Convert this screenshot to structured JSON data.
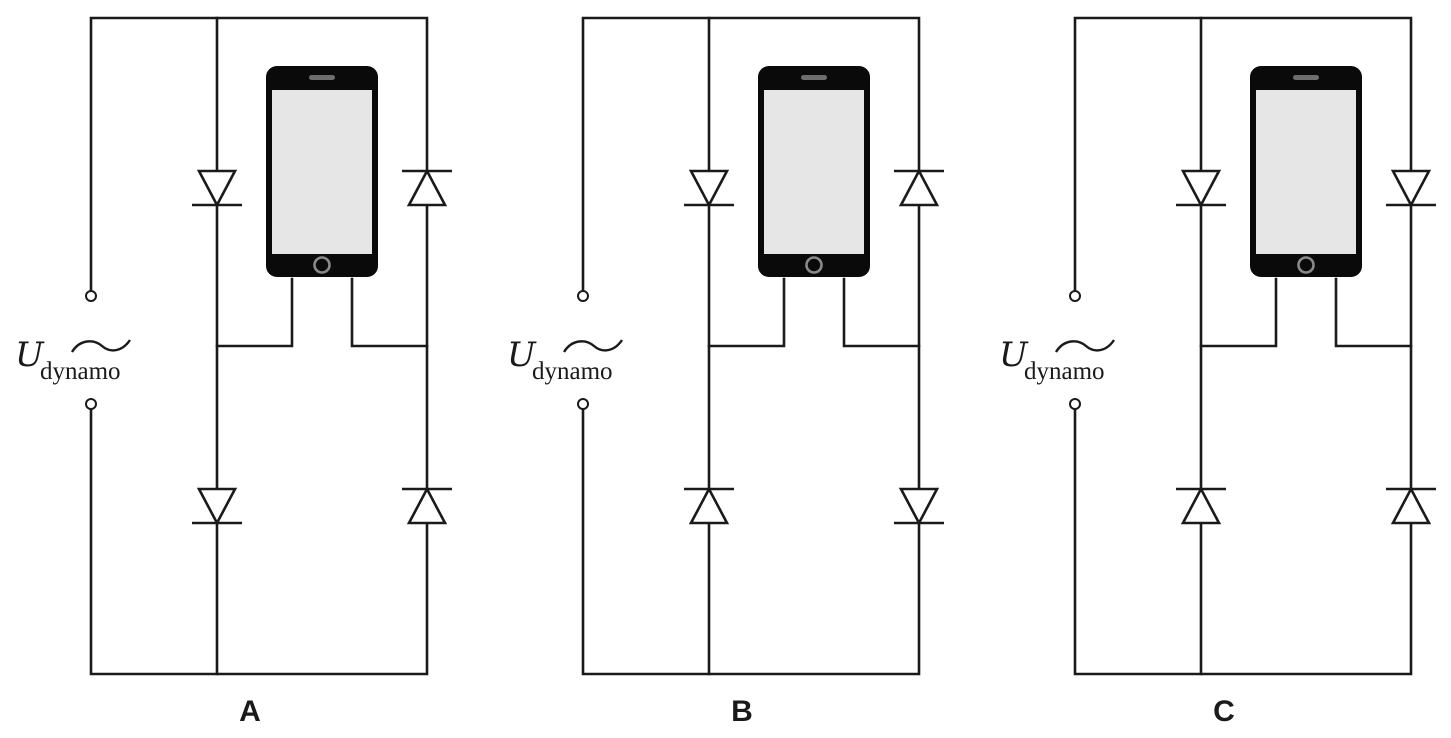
{
  "label": {
    "symbol": "U",
    "subscript": "dynamo"
  },
  "colors": {
    "line": "#1a1a1a",
    "phone_body": "#0a0a0a",
    "phone_screen": "#e6e6e6",
    "background": "#ffffff"
  },
  "panels": [
    {
      "letter": "A",
      "diodes": {
        "top_left": "down",
        "top_right": "up",
        "bottom_left": "down",
        "bottom_right": "up"
      }
    },
    {
      "letter": "B",
      "diodes": {
        "top_left": "down",
        "top_right": "up",
        "bottom_left": "up",
        "bottom_right": "down"
      }
    },
    {
      "letter": "C",
      "diodes": {
        "top_left": "down",
        "top_right": "down",
        "bottom_left": "up",
        "bottom_right": "up"
      }
    }
  ]
}
